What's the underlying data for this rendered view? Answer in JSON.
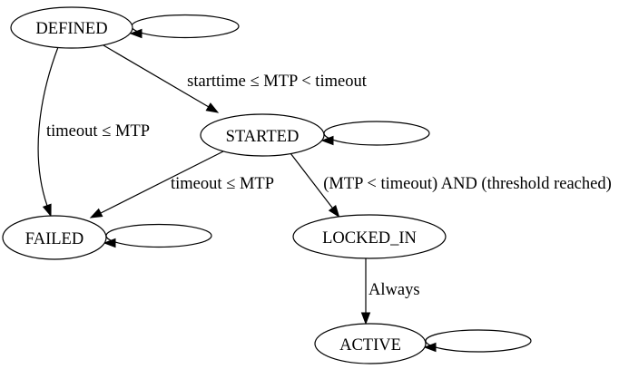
{
  "diagram": {
    "title": "state transition diagram",
    "background_color": "#ffffff",
    "line_color": "#000000",
    "text_color": "#000000",
    "nodes": [
      {
        "id": "DEFINED",
        "label": "DEFINED",
        "self_loop": true
      },
      {
        "id": "STARTED",
        "label": "STARTED",
        "self_loop": true
      },
      {
        "id": "FAILED",
        "label": "FAILED",
        "self_loop": true
      },
      {
        "id": "LOCKED_IN",
        "label": "LOCKED_IN",
        "self_loop": false
      },
      {
        "id": "ACTIVE",
        "label": "ACTIVE",
        "self_loop": true
      }
    ],
    "edges": [
      {
        "from": "DEFINED",
        "to": "STARTED",
        "label": "starttime ≤ MTP < timeout"
      },
      {
        "from": "DEFINED",
        "to": "FAILED",
        "label": "timeout ≤ MTP"
      },
      {
        "from": "STARTED",
        "to": "FAILED",
        "label": "timeout ≤ MTP"
      },
      {
        "from": "STARTED",
        "to": "LOCKED_IN",
        "label": "(MTP < timeout) AND (threshold reached)"
      },
      {
        "from": "LOCKED_IN",
        "to": "ACTIVE",
        "label": "Always"
      }
    ]
  }
}
